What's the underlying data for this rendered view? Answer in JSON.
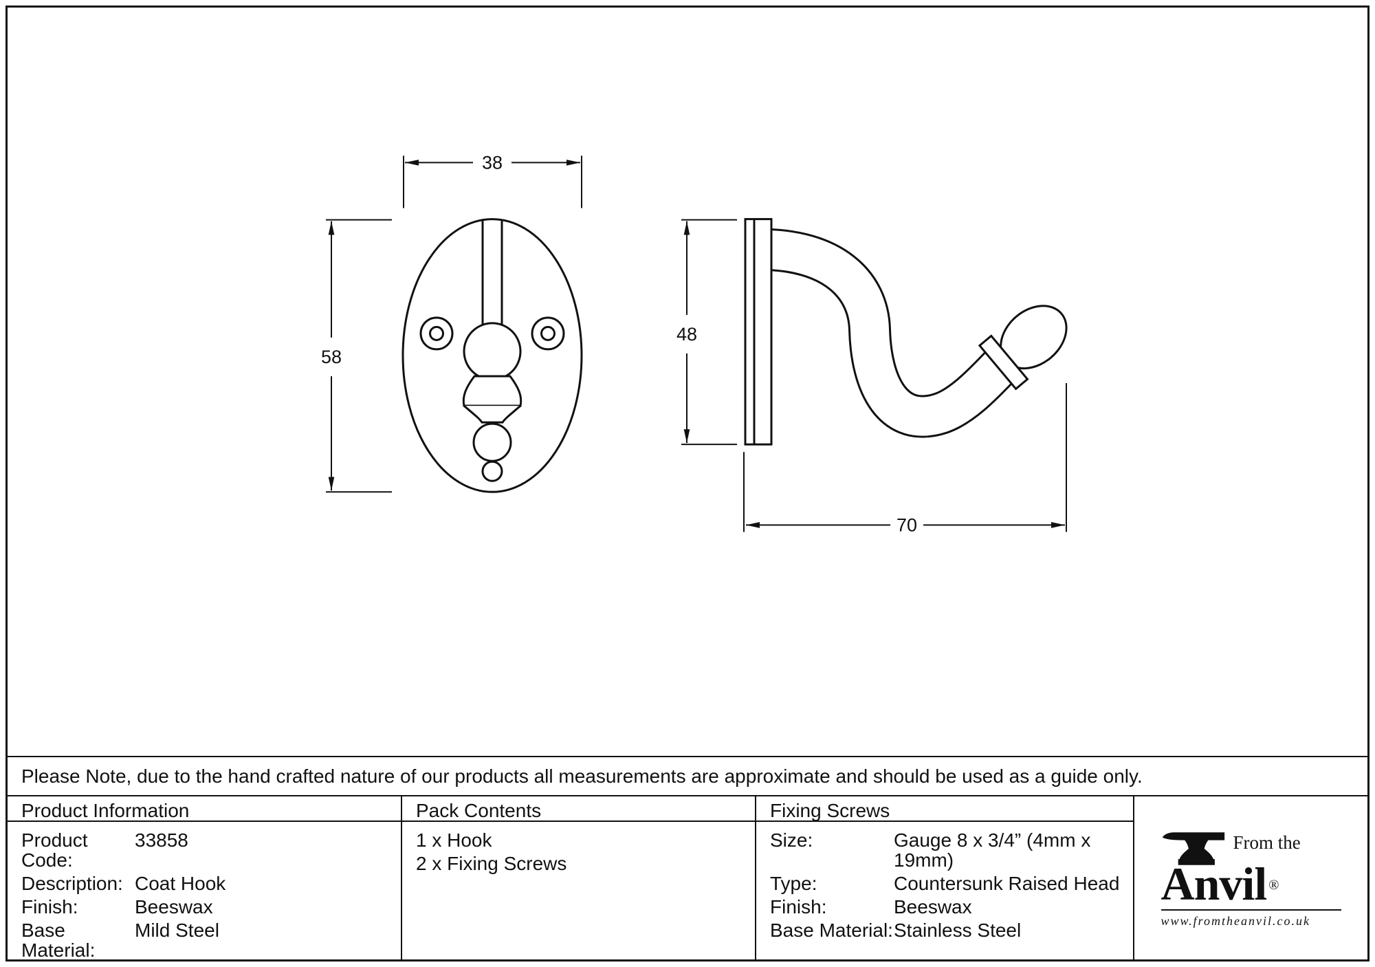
{
  "note": "Please Note, due to the hand crafted nature of our products all measurements are approximate and should be used as a guide only.",
  "drawing": {
    "front_view": {
      "width_label": "38",
      "height_label": "58"
    },
    "side_view": {
      "height_label": "48",
      "depth_label": "70"
    }
  },
  "table": {
    "product_information": {
      "header": "Product Information",
      "rows": [
        {
          "label": "Product Code:",
          "value": "33858"
        },
        {
          "label": "Description:",
          "value": "Coat Hook"
        },
        {
          "label": "Finish:",
          "value": "Beeswax"
        },
        {
          "label": "Base Material:",
          "value": "Mild Steel"
        }
      ]
    },
    "pack_contents": {
      "header": "Pack Contents",
      "items": [
        "1 x Hook",
        "2 x Fixing Screws"
      ]
    },
    "fixing_screws": {
      "header": "Fixing Screws",
      "rows": [
        {
          "label": "Size:",
          "value": "Gauge 8 x 3/4” (4mm x 19mm)"
        },
        {
          "label": "Type:",
          "value": "Countersunk Raised Head"
        },
        {
          "label": "Finish:",
          "value": "Beeswax"
        },
        {
          "label": "Base Material:",
          "value": "Stainless Steel"
        }
      ]
    }
  },
  "logo": {
    "from_the": "From the",
    "anvil": "Anvil",
    "registered": "®",
    "website": "www.fromtheanvil.co.uk"
  },
  "colors": {
    "line": "#111111",
    "background": "#ffffff"
  }
}
